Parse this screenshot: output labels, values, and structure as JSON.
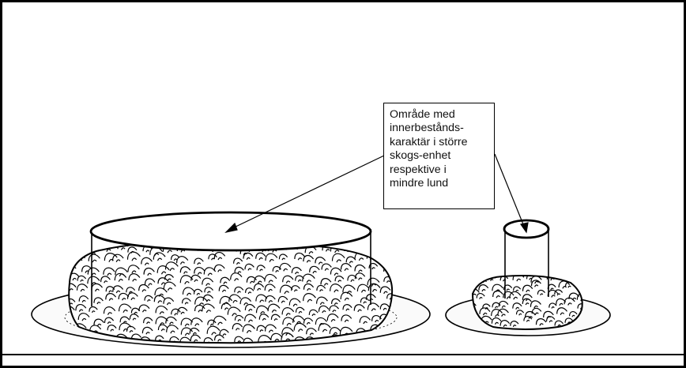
{
  "callout": {
    "lines": [
      "Område med",
      "innerbestånds-",
      "karaktär i större",
      "skogs-enhet",
      "respektive i",
      "mindre lund"
    ]
  },
  "colors": {
    "stroke": "#000000",
    "background": "#ffffff",
    "ground_fill": "#fafafa"
  }
}
